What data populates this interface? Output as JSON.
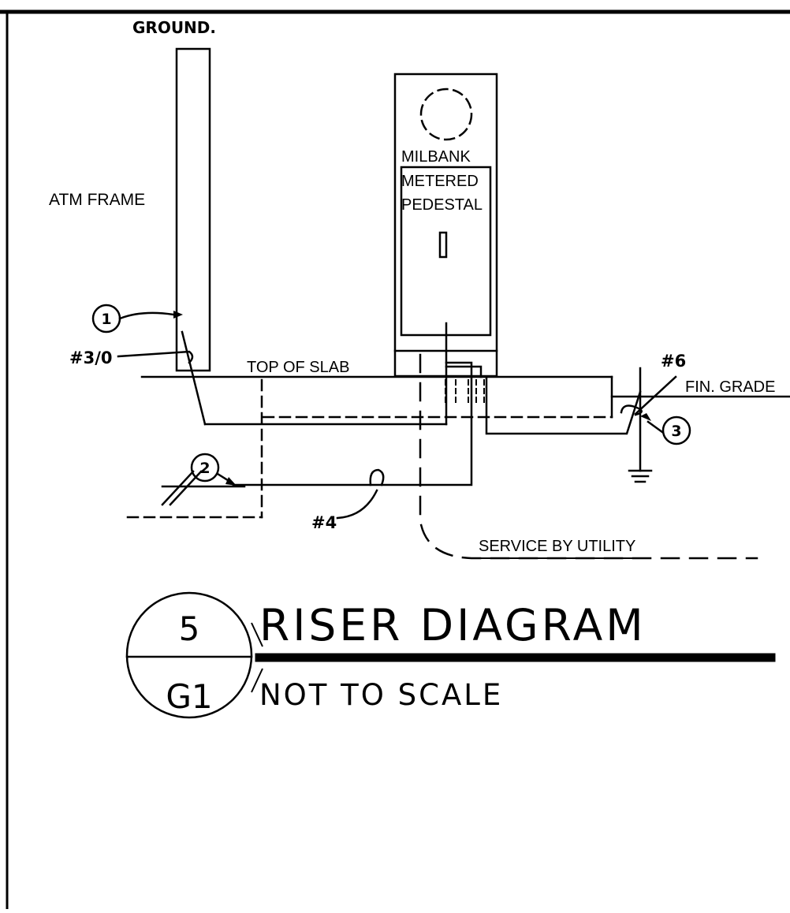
{
  "labels": {
    "ground_note": "GROUND.",
    "atm_frame": "ATM FRAME",
    "pedestal_line1": "MILBANK",
    "pedestal_line2": "METERED",
    "pedestal_line3": "PEDESTAL",
    "top_of_slab": "TOP OF SLAB",
    "fin_grade": "FIN. GRADE",
    "service_by_utility": "SERVICE BY UTILITY",
    "wire_3_0": "#3/0",
    "wire_4": "#4",
    "wire_6": "#6"
  },
  "callouts": [
    "1",
    "2",
    "3"
  ],
  "title_block": {
    "detail_number": "5",
    "sheet": "G1",
    "title": "RISER DIAGRAM",
    "subtitle": "NOT TO SCALE"
  },
  "colors": {
    "line": "#000000",
    "background": "#ffffff"
  }
}
